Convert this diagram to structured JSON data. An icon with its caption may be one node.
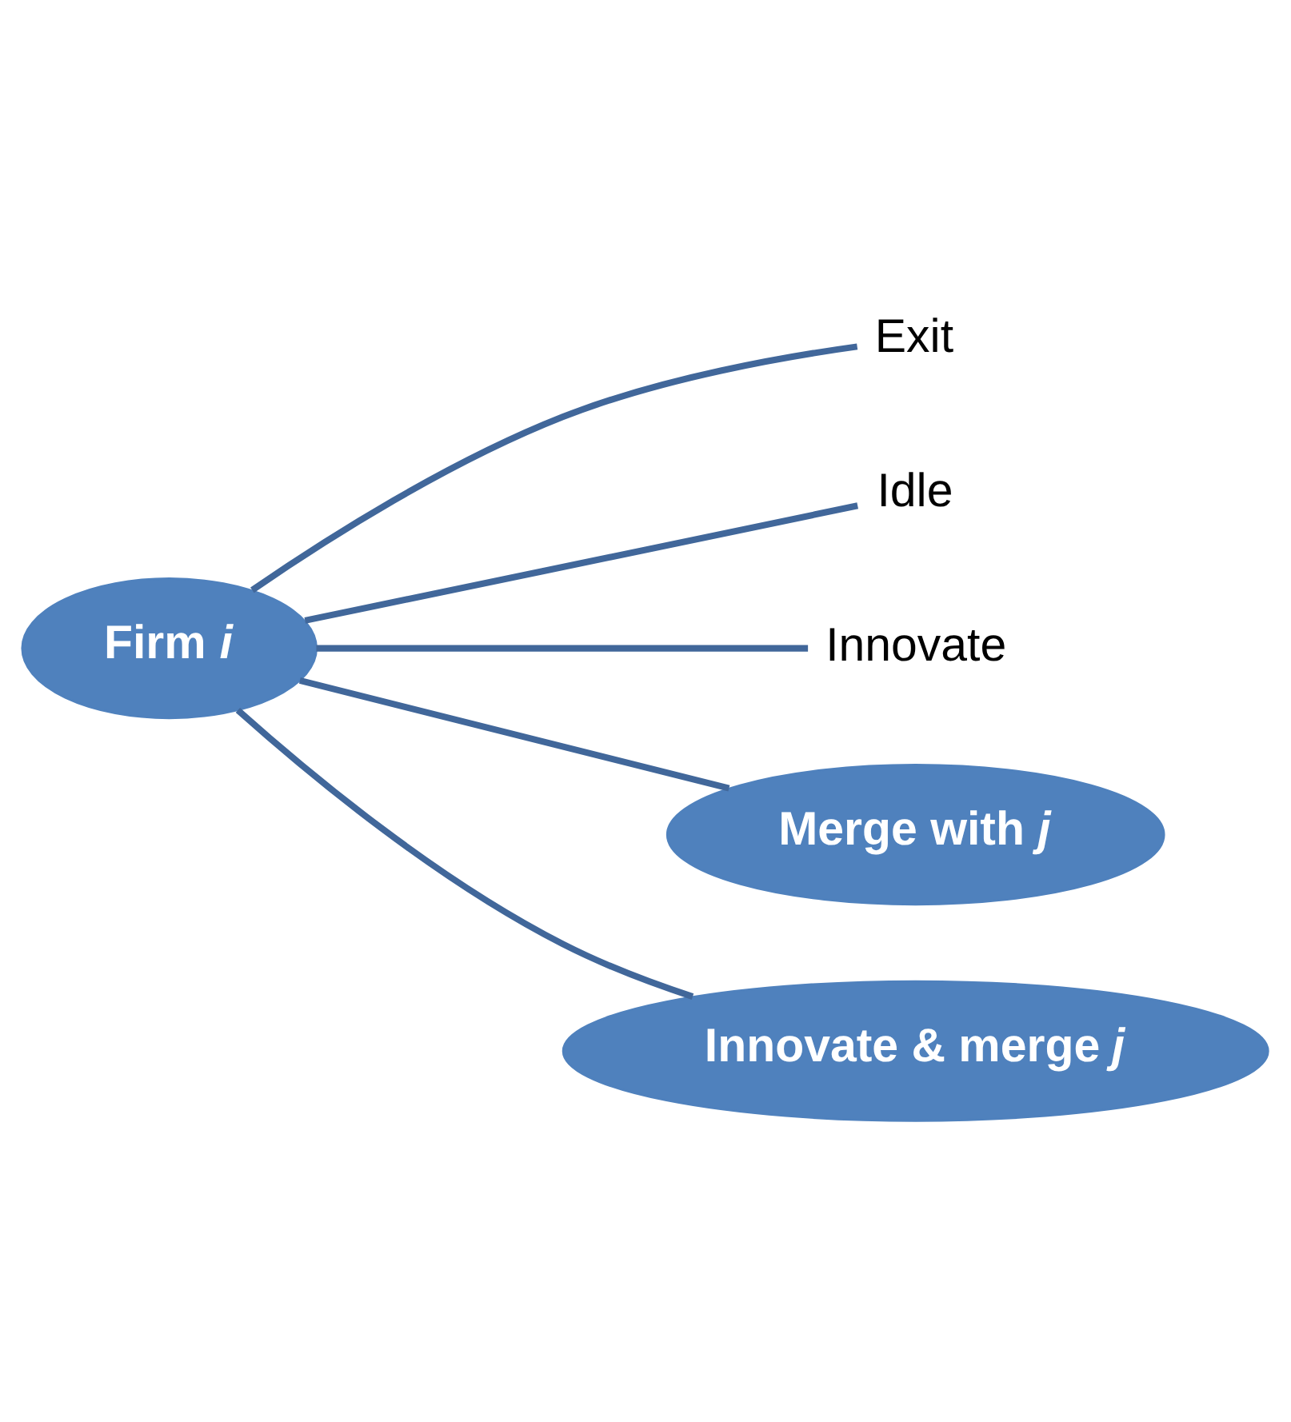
{
  "diagram": {
    "nodes": [
      {
        "text": [
          "Firm *i*"
        ]
      },
      {
        "text": [
          "Exit"
        ]
      },
      {
        "text": [
          "Idle"
        ]
      },
      {
        "text": [
          "Innovate"
        ]
      },
      {
        "text": [
          "Merge with *j*"
        ]
      },
      {
        "text": [
          "Innovate & merge *j*"
        ]
      }
    ],
    "edges": [
      {
        "from": 0,
        "to": 1,
        "arrow": "none"
      },
      {
        "from": 0,
        "to": 2,
        "arrow": "none"
      },
      {
        "from": 0,
        "to": 3,
        "arrow": "none"
      },
      {
        "from": 0,
        "to": 4,
        "arrow": "none"
      },
      {
        "from": 0,
        "to": 5,
        "arrow": "none"
      }
    ]
  }
}
